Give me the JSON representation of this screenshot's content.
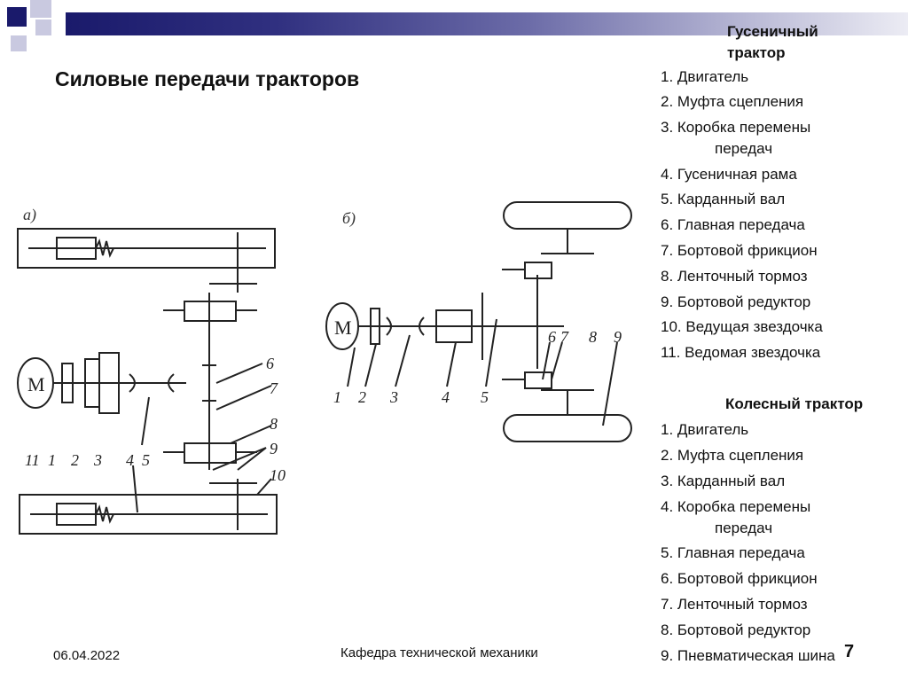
{
  "slide": {
    "title": "Силовые передачи тракторов",
    "date": "06.04.2022",
    "department": "Кафедра технической механики",
    "page_number": "7"
  },
  "diagram": {
    "panel_a": {
      "label": "а)",
      "motor_label": "M",
      "callouts": [
        "11",
        "1",
        "2",
        "3",
        "4",
        "5",
        "6",
        "7",
        "8",
        "9",
        "10"
      ]
    },
    "panel_b": {
      "label": "б)",
      "motor_label": "M",
      "callouts": [
        "1",
        "2",
        "3",
        "4",
        "5",
        "6",
        "7",
        "8",
        "9"
      ]
    }
  },
  "tracked": {
    "heading": "Гусеничный трактор",
    "items": [
      {
        "text": "1. Двигатель"
      },
      {
        "text": "2. Муфта сцепления"
      },
      {
        "text": "3.  Коробка перемены",
        "cont": "передач"
      },
      {
        "text": "4. Гусеничная рама"
      },
      {
        "text": "5. Карданный вал"
      },
      {
        "text": "6. Главная передача"
      },
      {
        "text": "7. Бортовой фрикцион"
      },
      {
        "text": "8. Ленточный тормоз"
      },
      {
        "text": "9. Бортовой редуктор"
      },
      {
        "text": "10. Ведущая звездочка"
      },
      {
        "text": "11. Ведомая звездочка"
      }
    ]
  },
  "wheeled": {
    "heading": "Колесный трактор",
    "items": [
      {
        "text": "1. Двигатель"
      },
      {
        "text": "2. Муфта сцепления"
      },
      {
        "text": "3. Карданный вал"
      },
      {
        "text": "4. Коробка перемены",
        "cont": "передач"
      },
      {
        "text": "5. Главная передача"
      },
      {
        "text": "6. Бортовой фрикцион"
      },
      {
        "text": "7. Ленточный тормоз"
      },
      {
        "text": "8. Бортовой редуктор"
      },
      {
        "text": "9. Пневматическая шина"
      }
    ]
  }
}
